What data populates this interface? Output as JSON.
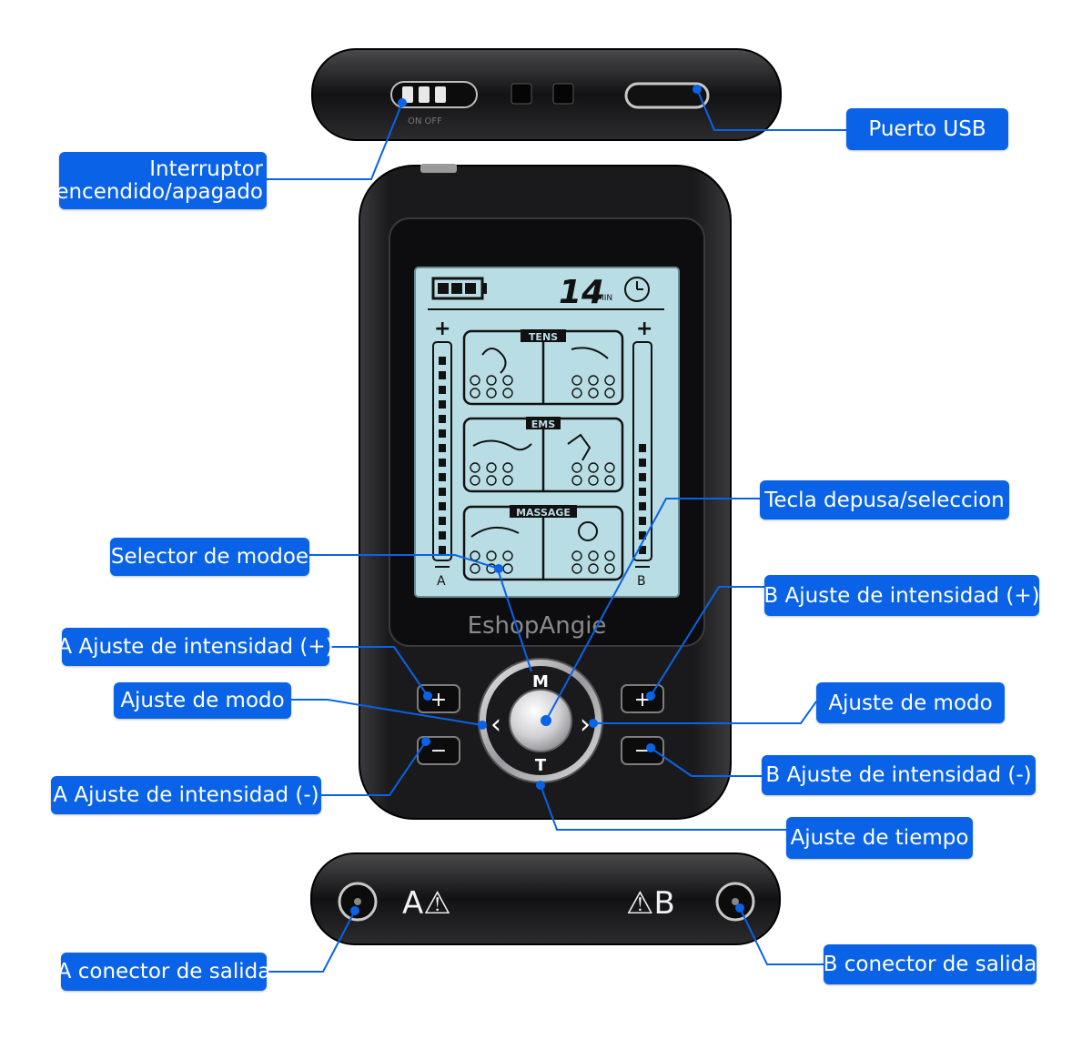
{
  "brand": "EshopAngie",
  "lcd": {
    "minutes": "14",
    "min_unit": "MIN",
    "sections": [
      "TENS",
      "EMS",
      "MASSAGE"
    ],
    "channel_a": "A",
    "channel_b": "B"
  },
  "keys": {
    "mode": "M",
    "time": "T",
    "plus": "+",
    "minus": "−",
    "left": "‹",
    "right": "›"
  },
  "ports": {
    "a": "A⚠",
    "b": "⚠B",
    "switch_text": "ON OFF"
  },
  "labels": {
    "usb": "Puerto USB",
    "switch_line1": "Interruptor",
    "switch_line2": "encendido/apagado",
    "pause_select": "Tecla depusa/seleccion",
    "mode_selector": "Selector de modoe",
    "b_plus": "B Ajuste de  intensidad (+)",
    "a_plus": "A Ajuste de intensidad (+)",
    "mode_left": "Ajuste de modo",
    "mode_right": "Ajuste de modo",
    "b_minus": "B Ajuste de intensidad (-)",
    "a_minus": "A Ajuste de intensidad (-)",
    "time": "Ajuste de tiempo",
    "a_output": "A conector de salida",
    "b_output": "B conector de salida"
  },
  "colors": {
    "label_bg": "#0a63e6",
    "device": "#1b1b1d",
    "lcd": "#b8dde4"
  }
}
